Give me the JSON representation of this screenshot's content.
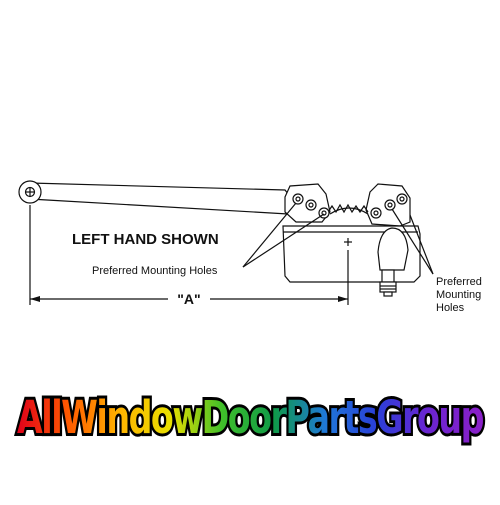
{
  "diagram": {
    "title": "LEFT HAND SHOWN",
    "callout_left": "Preferred Mounting Holes",
    "callout_right": [
      "Preferred",
      "Mounting",
      "Holes"
    ],
    "dimension_label": "\"A\""
  },
  "logo": {
    "text": "AllWindowDoorPartsGroup",
    "gradient": [
      "#e0001a",
      "#ff5a00",
      "#ffb400",
      "#e8e000",
      "#3fbf2a",
      "#0f9a48",
      "#1f78d8",
      "#2a3fd8",
      "#6a25d0",
      "#8b1fc8"
    ]
  }
}
